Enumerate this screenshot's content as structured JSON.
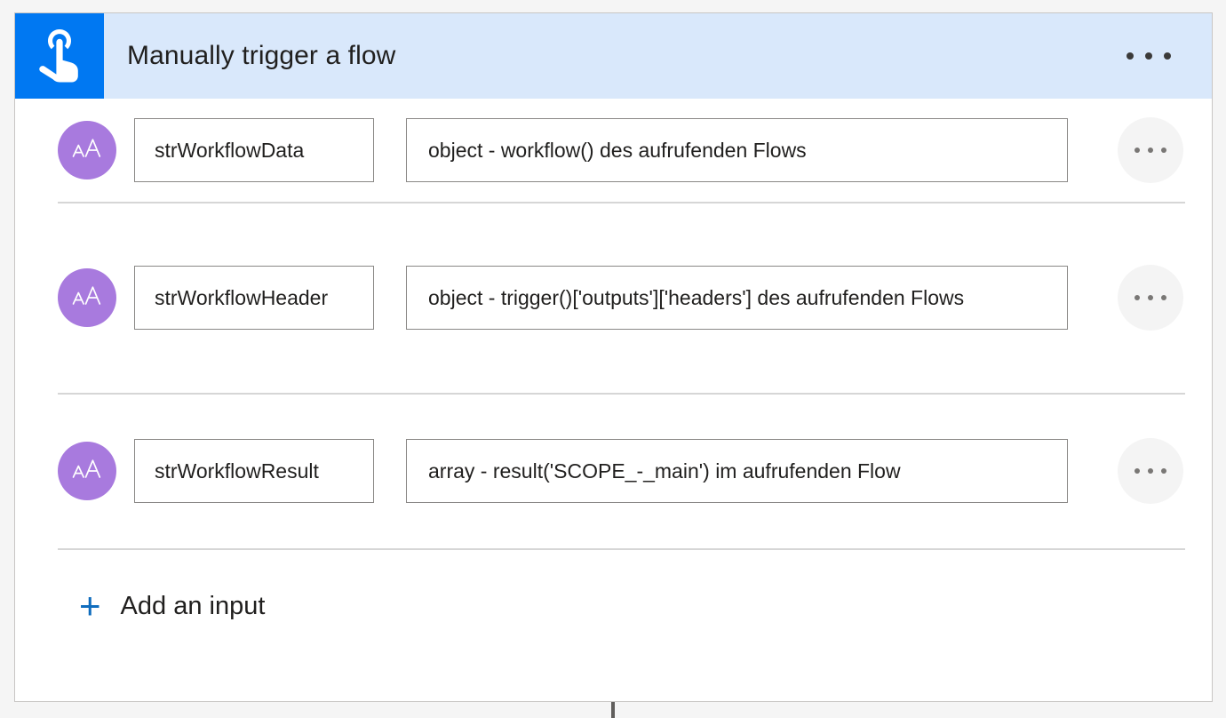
{
  "colors": {
    "page_background": "#f5f5f5",
    "card_background": "#ffffff",
    "card_border": "#c8c6c4",
    "header_background": "#d9e8fb",
    "trigger_tile": "#0078f2",
    "type_avatar": "#a87ade",
    "accent_link": "#0f6cbd",
    "field_border": "#8a8886",
    "divider": "#d6d6d6",
    "text_primary": "#201f1e"
  },
  "header": {
    "title": "Manually trigger a flow",
    "icon": "tap-hand-icon",
    "menu_icon": "ellipsis-icon"
  },
  "inputs": [
    {
      "type_icon": "text-type-icon",
      "name": "strWorkflowData",
      "description": "object - workflow() des aufrufenden Flows",
      "menu_icon": "ellipsis-icon"
    },
    {
      "type_icon": "text-type-icon",
      "name": "strWorkflowHeader",
      "description": "object - trigger()['outputs']['headers'] des aufrufenden Flows",
      "menu_icon": "ellipsis-icon"
    },
    {
      "type_icon": "text-type-icon",
      "name": "strWorkflowResult",
      "description": "array - result('SCOPE_-_main') im aufrufenden Flow",
      "menu_icon": "ellipsis-icon"
    }
  ],
  "add_input": {
    "plus": "+",
    "label": "Add an input",
    "icon": "plus-icon"
  }
}
